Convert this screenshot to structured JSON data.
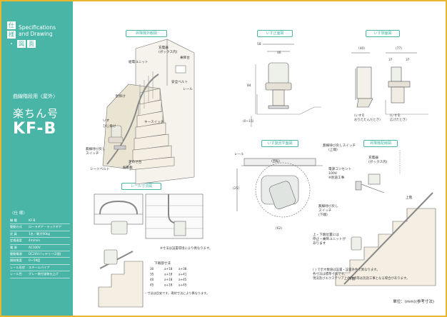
{
  "sidebar": {
    "tags": [
      "仕",
      "様",
      "・",
      "図",
      "面"
    ],
    "spec_en": [
      "Specifications",
      "and Drawing"
    ],
    "category": "曲線階段用〈屋外〉",
    "model_name": "楽ちん号",
    "model_code": "KF-B"
  },
  "spec_table": {
    "title": "〈仕 様〉",
    "rows": [
      {
        "k": "機 種",
        "v": "KF-B"
      },
      {
        "k": "駆動方式",
        "v": "ローラギア・ラックギア"
      },
      {
        "k": "定 員",
        "v": "1名／最大90kg"
      },
      {
        "k": "定格速度",
        "v": "4m/min"
      },
      {
        "k": "電 源",
        "v": "AC100V"
      },
      {
        "k": "駆動電源",
        "v": "DC24Vバッテリー(2個)"
      },
      {
        "k": "傾斜角度",
        "v": "0～59度"
      },
      {
        "k": "レール形状",
        "v": "スチールパイプ"
      },
      {
        "k": "レール色",
        "v": "グレー焼付塗装仕上げ"
      }
    ]
  },
  "panels": {
    "overview": "昇降機外観図",
    "front": "いす正面図",
    "side": "いす側面図",
    "rail": "レール寸法図",
    "rotate": "いす旋回平面図",
    "wiring": "昇降機配線図"
  },
  "overview_labels": [
    "充電器",
    "(ボックス内)",
    "乗降台",
    "給電ユニット",
    "レール",
    "安全ベルト",
    "肘掛け",
    "いす",
    "ひじ掛け",
    "キースイッチ",
    "無線呼び戻し",
    "スイッチ",
    "シートベルト",
    "振動板",
    "足のせ台"
  ],
  "front_dims": [
    "58",
    "46",
    "84",
    "(0~15)"
  ],
  "side_dims": [
    "(40)",
    "(77)",
    "37",
    "37",
    "(いすを",
    "おりたたんだとき)",
    "(いすを",
    "広げたとき)"
  ],
  "rail_notes": [
    "※寸法は設置環境により異なります。"
  ],
  "lower_table": {
    "title": "下端部寸法",
    "rows": [
      [
        "30",
        "a+18",
        "a+38"
      ],
      [
        "35",
        "a+18",
        "a+41"
      ],
      [
        "40",
        "a+18",
        "a+45"
      ],
      [
        "45",
        "a+18",
        "a+45"
      ]
    ],
    "note": "・寸法は目安です。現状寸法により異なります。"
  },
  "rotate_labels": [
    "レール",
    "(回転)",
    "(25)",
    "(62)"
  ],
  "wiring_labels": [
    "無線呼び戻しスイッチ",
    "(上端)",
    "充電器",
    "(ボックス内)",
    "電源コンセント",
    "100V",
    "※別途工事",
    "無線呼び戻し",
    "スイッチ",
    "(下端)",
    "上・下端位置には",
    "停止・乗降ユニットが",
    "あります",
    "上階",
    "下階"
  ],
  "bottom_note": [
    "(  ) で示す数値は設置・設置条件で異なります。",
    "各寸法は標準寸法です。",
    "現況及びエクステリア上の改修等は別途工事となる場合があります。"
  ],
  "unit_label": "単位：(mm)(参考寸法)"
}
